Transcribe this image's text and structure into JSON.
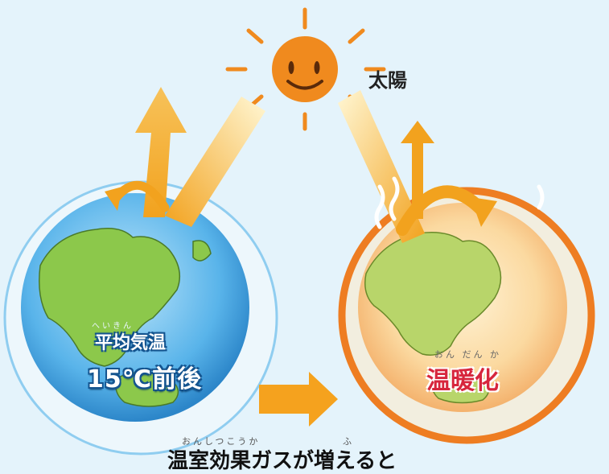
{
  "sun": {
    "label": "太陽"
  },
  "earth_left": {
    "label": "平均気温",
    "label_ruby": "へいきん",
    "temperature": "15℃前後"
  },
  "earth_right": {
    "label": "温暖化",
    "label_ruby": "おん だん か"
  },
  "caption": {
    "text": "温室効果ガスが増えると",
    "ruby_1": "おんしつこうか",
    "ruby_2": "ふ"
  },
  "colors": {
    "background": "#e4f3fb",
    "sun": "#f08a1e",
    "arrow": "#f2a21e",
    "atmosphere_left": "#ffffff",
    "atmosphere_right": "#ee7d22",
    "ocean": "#4aa9e4",
    "land": "#8cc84b",
    "warming_text": "#d7263d"
  }
}
